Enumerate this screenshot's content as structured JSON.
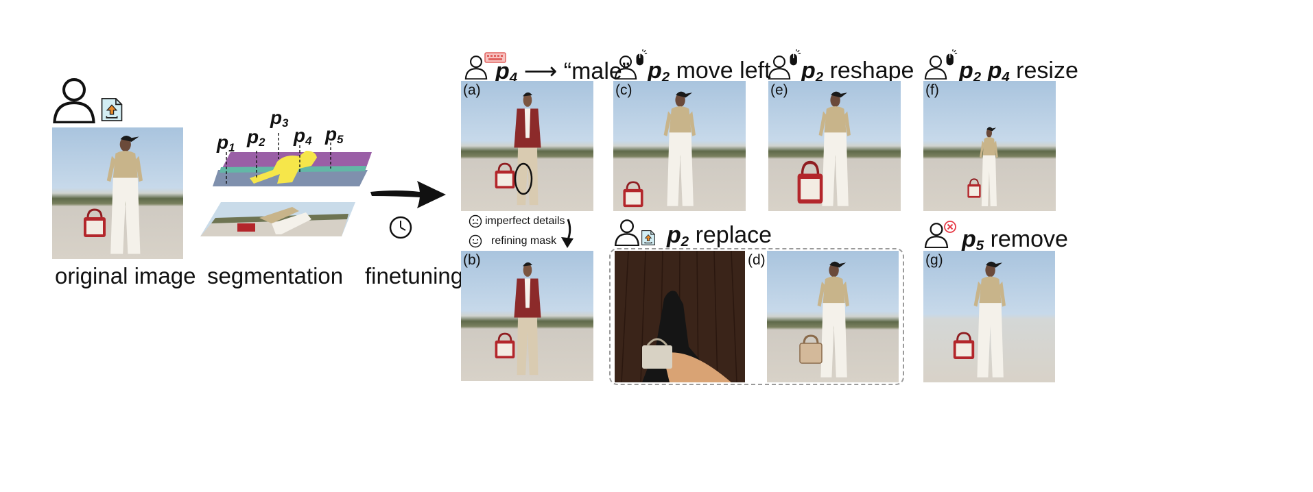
{
  "left_section": {
    "original_caption": "original image",
    "segmentation_caption": "segmentation",
    "finetuning_caption": "finetuning",
    "part_labels": [
      {
        "base": "p",
        "sub": "1"
      },
      {
        "base": "p",
        "sub": "2"
      },
      {
        "base": "p",
        "sub": "3"
      },
      {
        "base": "p",
        "sub": "4"
      },
      {
        "base": "p",
        "sub": "5"
      }
    ]
  },
  "panels": {
    "a": {
      "label": "(a)",
      "part": {
        "base": "p",
        "sub": "4"
      },
      "instruction": "⟶ “male”"
    },
    "b": {
      "label": "(b)"
    },
    "c": {
      "label": "(c)",
      "part": {
        "base": "p",
        "sub": "2"
      },
      "instruction": "move left"
    },
    "d": {
      "label": "(d)",
      "part": {
        "base": "p",
        "sub": "2"
      },
      "instruction": "replace"
    },
    "e": {
      "label": "(e)",
      "part": {
        "base": "p",
        "sub": "2"
      },
      "instruction": "reshape"
    },
    "f": {
      "label": "(f)",
      "parts": [
        {
          "base": "p",
          "sub": "2"
        },
        {
          "base": "p",
          "sub": "4"
        }
      ],
      "instruction": "resize"
    },
    "g": {
      "label": "(g)",
      "part": {
        "base": "p",
        "sub": "5"
      },
      "instruction": "remove"
    }
  },
  "notes": {
    "imperfect": "imperfect details",
    "refining": "refining mask"
  },
  "icons": {
    "user": "user-icon",
    "upload": "upload-file-icon",
    "keyboard": "keyboard-icon",
    "mouse": "mouse-click-icon",
    "remove": "remove-x-icon",
    "clock": "clock-icon",
    "sad": "sad-face-icon",
    "smile": "smile-face-icon"
  },
  "colors": {
    "seg_purple": "#9a5fa6",
    "seg_yellow": "#f6e64a",
    "seg_teal": "#63b7a6",
    "seg_slate": "#7f90ad",
    "bag_red": "#b3262b",
    "remove_red": "#e63946",
    "upload_bg": "#d3eef4",
    "upload_arrow": "#e88a2a",
    "keyboard_red": "#e0625f"
  }
}
